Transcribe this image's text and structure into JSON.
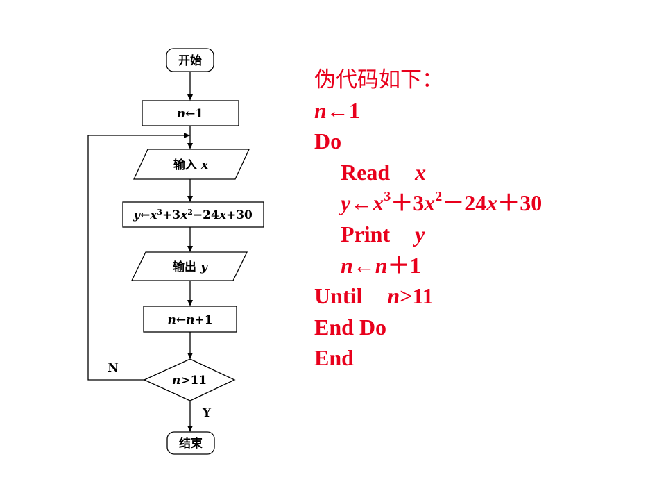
{
  "flowchart": {
    "start": "开始",
    "init": {
      "var": "n",
      "arrow": "←",
      "value": "1"
    },
    "input": {
      "label": "输入",
      "var": "x"
    },
    "compute": {
      "lhs": "y",
      "arrow": "←",
      "rhs_html": "x³+3x²−24x+30",
      "p1": "x",
      "e1": "3",
      "p2": "+3",
      "p3": "x",
      "e2": "2",
      "p4": "−24",
      "p5": "x",
      "p6": "+30"
    },
    "output": {
      "label": "输出",
      "var": "y"
    },
    "increment": {
      "lhs": "n",
      "arrow": "←",
      "rhs_var": "n",
      "rhs_tail": "+1"
    },
    "condition": {
      "var": "n",
      "rest": ">11"
    },
    "no_label": "N",
    "yes_label": "Y",
    "end": "结束"
  },
  "pseudocode": {
    "title": "伪代码如下：",
    "l1_var": "n",
    "l1_rest": "←1",
    "l2": "Do",
    "l3_kw": "Read",
    "l3_var": "x",
    "l4_a": "y",
    "l4_b": "←",
    "l4_c": "x",
    "l4_d": "3",
    "l4_e": "＋3",
    "l4_f": "x",
    "l4_g": "2",
    "l4_h": "－24",
    "l4_i": "x",
    "l4_j": "＋30",
    "l5_kw": "Print",
    "l5_var": "y",
    "l6_a": "n",
    "l6_b": "←",
    "l6_c": "n",
    "l6_d": "＋1",
    "l7_kw": "Until",
    "l7_var": "n",
    "l7_rest": ">11",
    "l8": "End Do",
    "l9": "End"
  }
}
